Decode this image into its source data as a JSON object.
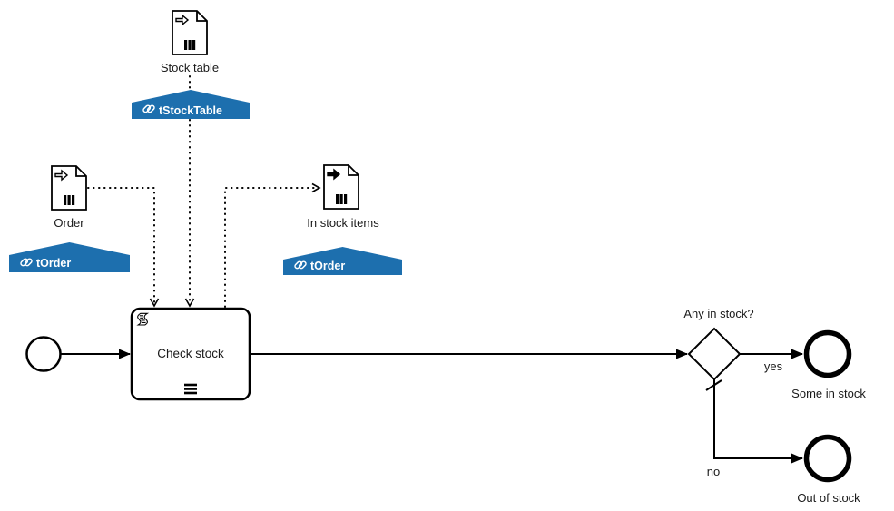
{
  "colors": {
    "background": "#ffffff",
    "banner_blue": "#1d6fae",
    "line": "#000000"
  },
  "data_objects": {
    "stock_table": {
      "label": "Stock table",
      "binding": "tStockTable",
      "kind": "data-input-collection"
    },
    "order": {
      "label": "Order",
      "binding": "tOrder",
      "kind": "data-input-collection"
    },
    "in_stock_items": {
      "label": "In stock items",
      "binding": "tOrder",
      "kind": "data-output-collection"
    }
  },
  "task": {
    "label": "Check stock",
    "markers": [
      "script",
      "sequential-multi-instance"
    ]
  },
  "gateway": {
    "label": "Any in stock?"
  },
  "flows": {
    "yes": "yes",
    "no": "no"
  },
  "end_events": {
    "some_in_stock": {
      "label": "Some in stock"
    },
    "out_of_stock": {
      "label": "Out of stock"
    }
  }
}
